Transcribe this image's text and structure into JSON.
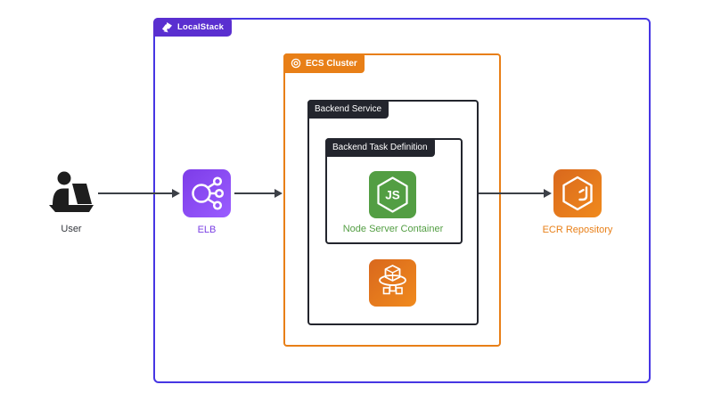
{
  "containers": {
    "localstack": {
      "label": "LocalStack"
    },
    "ecs_cluster": {
      "label": "ECS Cluster"
    },
    "backend_service": {
      "label": "Backend Service"
    },
    "task_definition": {
      "label": "Backend Task Definition"
    }
  },
  "nodes": {
    "user": {
      "label": "User"
    },
    "elb": {
      "label": "ELB"
    },
    "node_container": {
      "label": "Node Server Container"
    },
    "ecr": {
      "label": "ECR Repository"
    }
  },
  "icons": {
    "localstack_logo": "localstack-logo-icon",
    "ecs_cluster_badge": "ecs-ring-icon",
    "user": "person-at-laptop-icon",
    "elb": "elastic-load-balancer-icon",
    "nodejs": "nodejs-hexagon-icon",
    "nodejs_text": "JS",
    "ecs_service": "ecs-orbit-cubes-icon",
    "ecr": "ecr-cube-icon"
  },
  "colors": {
    "localstack_border": "#4636E3",
    "localstack_badge_bg": "#5A2FD0",
    "orange": "#E87F17",
    "orange_gradient_start": "#C8511B",
    "orange_gradient_end": "#F89820",
    "dark_badge_bg": "#23252D",
    "node_green": "#539E43",
    "elb_purple_start": "#7D3CE8",
    "elb_purple_end": "#9A5DFF",
    "elb_label": "#7B3FE4",
    "arrow": "#3C4047",
    "background": "#FFFFFF"
  }
}
